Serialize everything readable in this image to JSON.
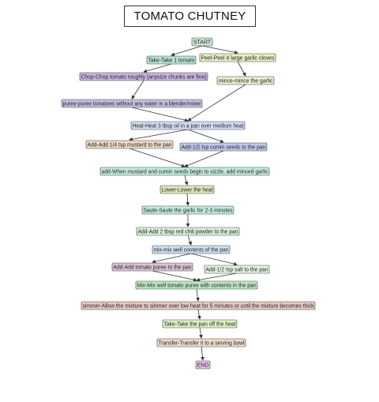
{
  "title": "TOMATO CHUTNEY",
  "nodes": [
    {
      "id": "start",
      "label": "START",
      "color": "#cfe8d8"
    },
    {
      "id": "take-tomato",
      "label": "Take-Take 1 tomato",
      "color": "#b9e3d6"
    },
    {
      "id": "peel-garlic",
      "label": "Peel-Peel 4 large garlic cloves",
      "color": "#e4efc6"
    },
    {
      "id": "chop-tomato",
      "label": "Chop-Chop tomato roughly (anysize chunks are fine)",
      "color": "#c8b7dc"
    },
    {
      "id": "mince-garlic",
      "label": "mince-mince the garlic",
      "color": "#ecefd2"
    },
    {
      "id": "puree-tomatoes",
      "label": "puree-puree tomatoes without any water in a blender/mixer",
      "color": "#c2bfe0"
    },
    {
      "id": "heat-oil",
      "label": "Heat-Heat 3 tbsp oil in a pan over medium heat",
      "color": "#d3def2"
    },
    {
      "id": "add-mustard",
      "label": "Add-Add 1/4 tsp mustard to the pan",
      "color": "#eed9c6"
    },
    {
      "id": "add-cumin",
      "label": "Add-1/2 tsp cumin seeds to the pan",
      "color": "#bfc9ec"
    },
    {
      "id": "add-garlic",
      "label": "add-When mustard and cumin seeds begin to sizzle, add minced garlic",
      "color": "#c4ebe0"
    },
    {
      "id": "lower-heat",
      "label": "Lower-Lower the heat",
      "color": "#dde9b8"
    },
    {
      "id": "saute-garlic",
      "label": "Saute-Saute the garlic for 2-3 minutes",
      "color": "#c4ebe0"
    },
    {
      "id": "add-chili",
      "label": "Add-Add 2 tbsp red chili powder to the pan",
      "color": "#daf0da"
    },
    {
      "id": "mix-contents",
      "label": "mix-mix well contents of the pan",
      "color": "#cde0f0"
    },
    {
      "id": "add-puree",
      "label": "Add-Add tomato puree to the pan",
      "color": "#dcc3d4"
    },
    {
      "id": "add-salt",
      "label": "Add-1/2 tsp salt to the pan",
      "color": "#e3f3e3"
    },
    {
      "id": "mix-puree",
      "label": "Mix-Mix well tomato puree with contents in the pan",
      "color": "#bfe6c6"
    },
    {
      "id": "simmer",
      "label": "simmer-Allow the mixture to simmer over low heat for 5 minutes or until the mixture becomes thick",
      "color": "#e6c9c2"
    },
    {
      "id": "take-pan",
      "label": "Take-Take the pan off the heat",
      "color": "#e1f0c3"
    },
    {
      "id": "transfer",
      "label": "Transfer-Transfer it to a serving bowl",
      "color": "#f0dcc9"
    },
    {
      "id": "end",
      "label": "END",
      "color": "#e4c3e6"
    }
  ],
  "edges": [
    [
      "start",
      "take-tomato"
    ],
    [
      "start",
      "peel-garlic"
    ],
    [
      "take-tomato",
      "chop-tomato"
    ],
    [
      "peel-garlic",
      "mince-garlic"
    ],
    [
      "chop-tomato",
      "puree-tomatoes"
    ],
    [
      "puree-tomatoes",
      "heat-oil"
    ],
    [
      "mince-garlic",
      "heat-oil"
    ],
    [
      "heat-oil",
      "add-mustard"
    ],
    [
      "heat-oil",
      "add-cumin"
    ],
    [
      "add-mustard",
      "add-garlic"
    ],
    [
      "add-cumin",
      "add-garlic"
    ],
    [
      "add-garlic",
      "lower-heat"
    ],
    [
      "lower-heat",
      "saute-garlic"
    ],
    [
      "saute-garlic",
      "add-chili"
    ],
    [
      "add-chili",
      "mix-contents"
    ],
    [
      "mix-contents",
      "add-puree"
    ],
    [
      "mix-contents",
      "add-salt"
    ],
    [
      "add-puree",
      "mix-puree"
    ],
    [
      "add-salt",
      "mix-puree"
    ],
    [
      "mix-puree",
      "simmer"
    ],
    [
      "simmer",
      "take-pan"
    ],
    [
      "take-pan",
      "transfer"
    ],
    [
      "transfer",
      "end"
    ]
  ]
}
